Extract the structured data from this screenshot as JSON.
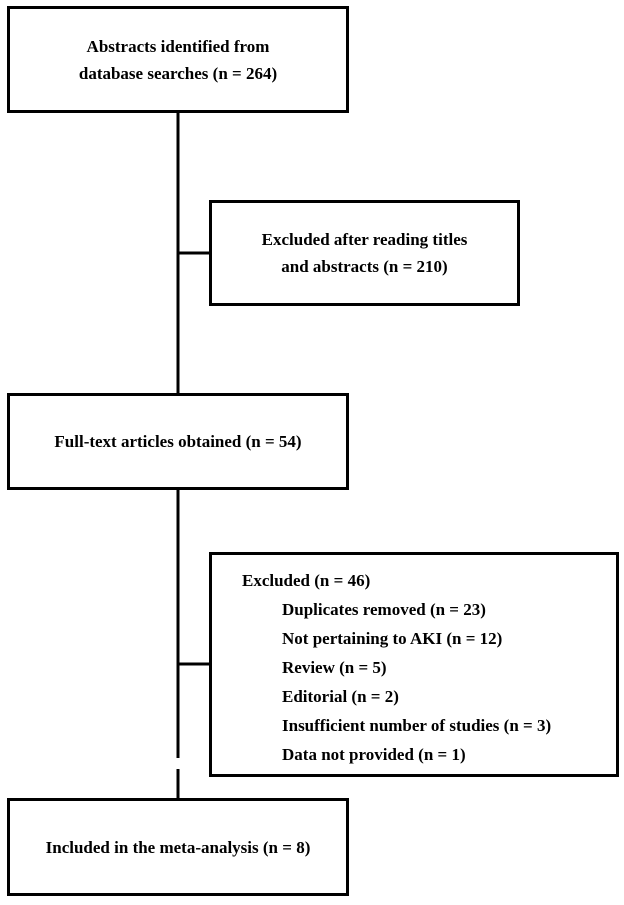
{
  "flow": {
    "identified": {
      "line1": "Abstracts identified from",
      "line2": "database searches (n = 264)"
    },
    "excluded_titles": {
      "line1": "Excluded after reading titles",
      "line2": "and abstracts (n = 210)"
    },
    "fulltext": {
      "label": "Full-text articles obtained (n = 54)"
    },
    "excluded_full": {
      "heading": "Excluded (n = 46)",
      "reasons": [
        "Duplicates removed (n = 23)",
        "Not pertaining to AKI (n = 12)",
        "Review (n = 5)",
        "Editorial (n = 2)",
        "Insufficient number of studies (n = 3)",
        "Data not provided (n = 1)"
      ]
    },
    "included": {
      "label": "Included in the meta-analysis (n = 8)"
    }
  }
}
